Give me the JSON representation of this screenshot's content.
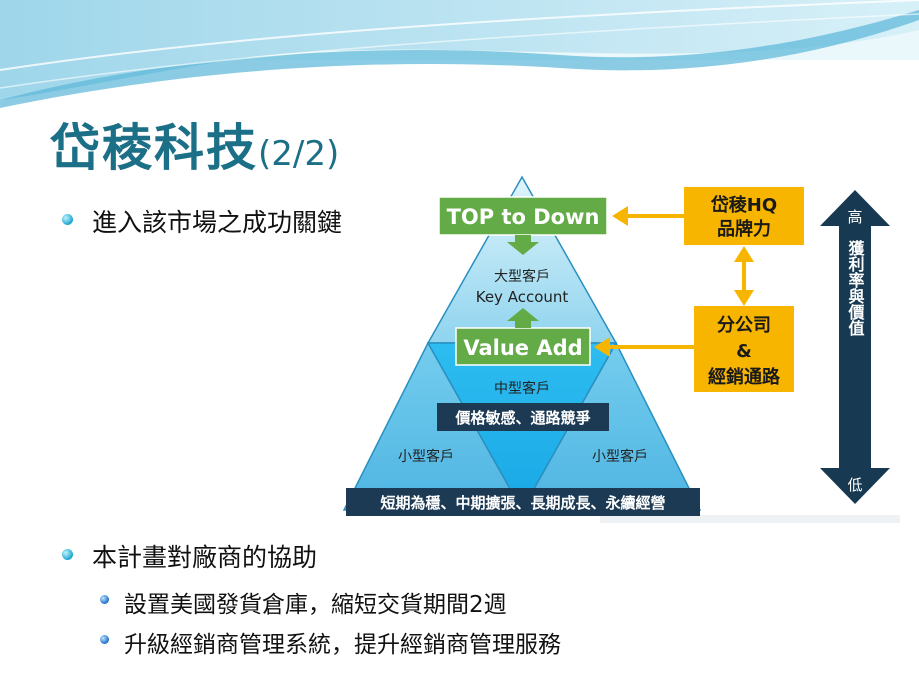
{
  "title": {
    "main": "岱稜科技",
    "suffix": "(2/2)"
  },
  "bullets": {
    "b1": "進入該市場之成功關鍵",
    "b2": "本計畫對廠商的協助",
    "b2_subs": [
      "設置美國發貨倉庫，縮短交貨期間2週",
      "升級經銷商管理系統，提升經銷商管理服務"
    ]
  },
  "diagram": {
    "top_down": "TOP to Down",
    "value_add": "Value Add",
    "key_account_cn": "大型客戶",
    "key_account_en": "Key Account",
    "mid_label": "中型客戶",
    "mid_bar": "價格敏感、通路競爭",
    "small_left": "小型客戶",
    "small_right": "小型客戶",
    "bottom_bar": "短期為穩、中期擴張、長期成長、永續經營",
    "hq_line1": "岱稜HQ",
    "hq_line2": "品牌力",
    "branch_line1": "分公司",
    "branch_line2": "&",
    "branch_line3": "經銷通路",
    "axis_high": "高",
    "axis_low": "低",
    "axis_label": "獲利率與價值"
  },
  "colors": {
    "title": "#1b6f86",
    "green_box": "#62ab46",
    "orange_box": "#f7b500",
    "navy_bar": "#1d3a55",
    "axis_arrow": "#173a52"
  }
}
